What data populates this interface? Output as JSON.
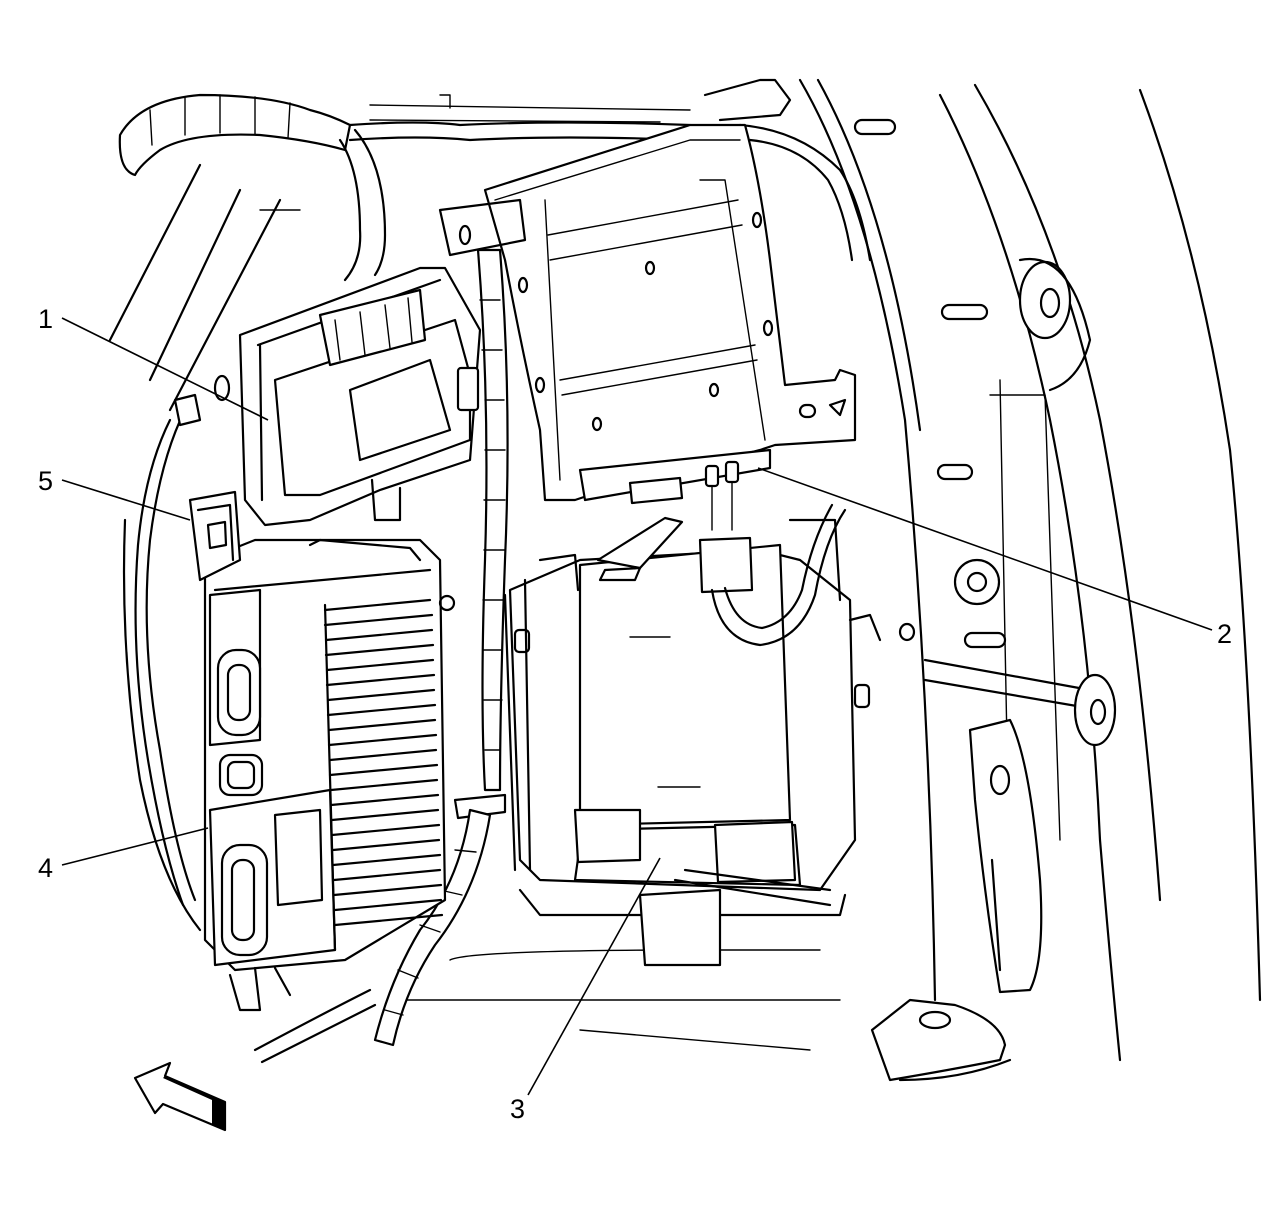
{
  "callouts": [
    {
      "id": "1",
      "label": "1"
    },
    {
      "id": "2",
      "label": "2"
    },
    {
      "id": "3",
      "label": "3"
    },
    {
      "id": "4",
      "label": "4"
    },
    {
      "id": "5",
      "label": "5"
    }
  ],
  "icons": {
    "orientation_arrow": "forward-direction-arrow-icon"
  }
}
